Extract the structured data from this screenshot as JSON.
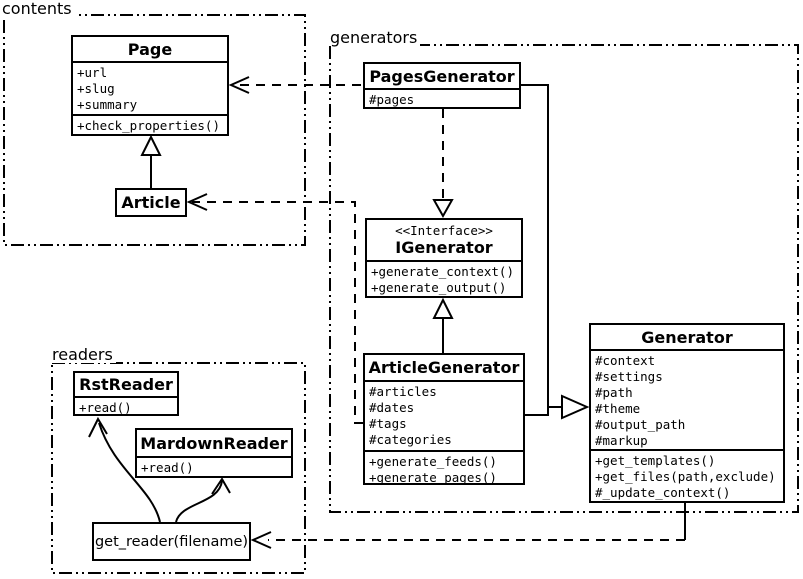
{
  "colors": {
    "background": "#ffffff",
    "line": "#000000"
  },
  "packages": {
    "contents": {
      "label": "contents"
    },
    "generators": {
      "label": "generators"
    },
    "readers": {
      "label": "readers"
    }
  },
  "classes": {
    "page": {
      "name": "Page",
      "attributes": [
        "+url",
        "+slug",
        "+summary"
      ],
      "methods": [
        "+check_properties()"
      ]
    },
    "article": {
      "name": "Article"
    },
    "pages_generator": {
      "name": "PagesGenerator",
      "attributes": [
        "#pages"
      ]
    },
    "igenerator": {
      "stereotype": "<<Interface>>",
      "name": "IGenerator",
      "methods": [
        "+generate_context()",
        "+generate_output()"
      ]
    },
    "article_generator": {
      "name": "ArticleGenerator",
      "attributes": [
        "#articles",
        "#dates",
        "#tags",
        "#categories"
      ],
      "methods": [
        "+generate_feeds()",
        "+generate_pages()"
      ]
    },
    "generator": {
      "name": "Generator",
      "attributes": [
        "#context",
        "#settings",
        "#path",
        "#theme",
        "#output_path",
        "#markup"
      ],
      "methods": [
        "+get_templates()",
        "+get_files(path,exclude)",
        "#_update_context()"
      ]
    },
    "rst_reader": {
      "name": "RstReader",
      "methods": [
        "+read()"
      ]
    },
    "mardown_reader": {
      "name": "MardownReader",
      "methods": [
        "+read()"
      ]
    },
    "get_reader": {
      "label": "get_reader(filename)"
    }
  },
  "relations": [
    {
      "from": "Article",
      "to": "Page",
      "type": "inheritance"
    },
    {
      "from": "PagesGenerator",
      "to": "Page",
      "type": "dependency"
    },
    {
      "from": "ArticleGenerator",
      "to": "Article",
      "type": "dependency"
    },
    {
      "from": "PagesGenerator",
      "to": "IGenerator",
      "type": "realization"
    },
    {
      "from": "ArticleGenerator",
      "to": "IGenerator",
      "type": "inheritance"
    },
    {
      "from": "PagesGenerator",
      "to": "Generator",
      "type": "inheritance"
    },
    {
      "from": "ArticleGenerator",
      "to": "Generator",
      "type": "inheritance"
    },
    {
      "from": "Generator",
      "to": "get_reader",
      "type": "dependency"
    },
    {
      "from": "get_reader",
      "to": "RstReader",
      "type": "call"
    },
    {
      "from": "get_reader",
      "to": "MardownReader",
      "type": "call"
    }
  ]
}
